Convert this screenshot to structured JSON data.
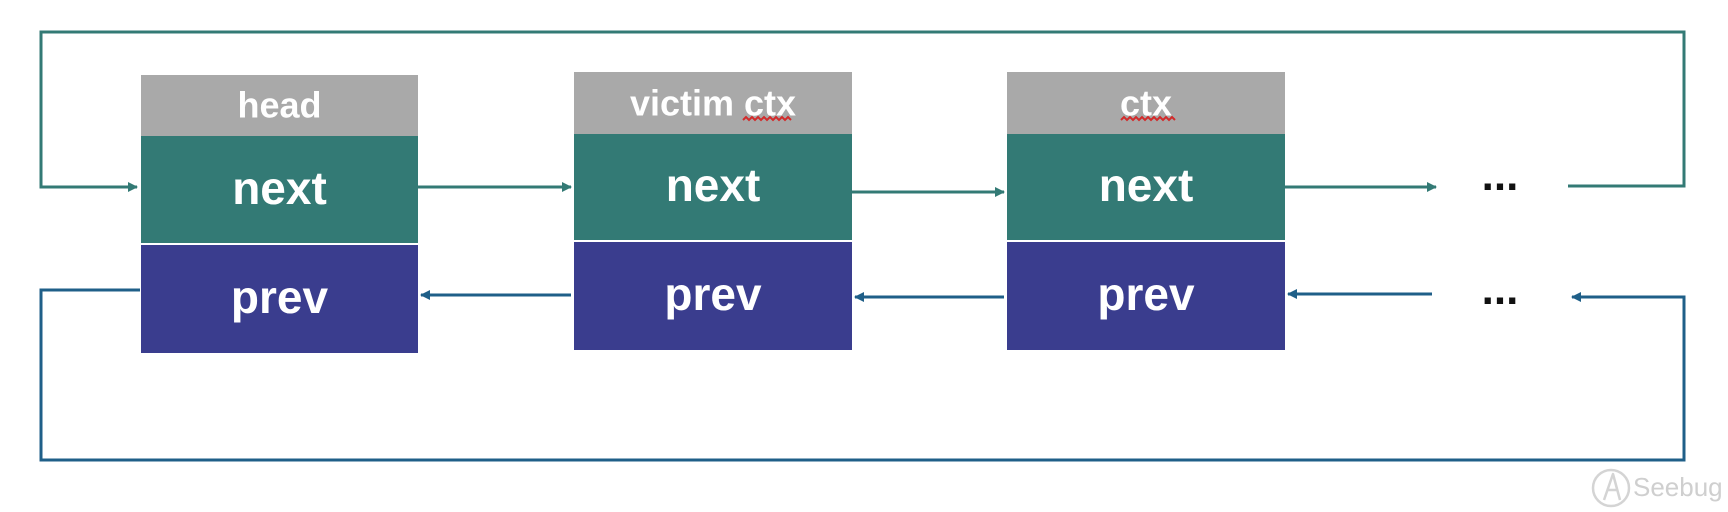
{
  "colors": {
    "header_fill": "#a9a9a9",
    "next_fill": "#337a75",
    "prev_fill": "#3a3d8e",
    "text": "#ffffff",
    "next_arrow": "#337a75",
    "prev_arrow": "#1f5f88",
    "spellcheck": "#d22b2b",
    "watermark": "#cfcfcf"
  },
  "nodes": [
    {
      "header": "head",
      "next": "next",
      "prev": "prev"
    },
    {
      "header": "victim ctx",
      "next": "next",
      "prev": "prev"
    },
    {
      "header": "ctx",
      "next": "next",
      "prev": "prev"
    }
  ],
  "continuation": {
    "next_dots": "...",
    "prev_dots": "..."
  },
  "watermark": {
    "text": "Seebug",
    "icon": "seebug-logo-icon"
  }
}
